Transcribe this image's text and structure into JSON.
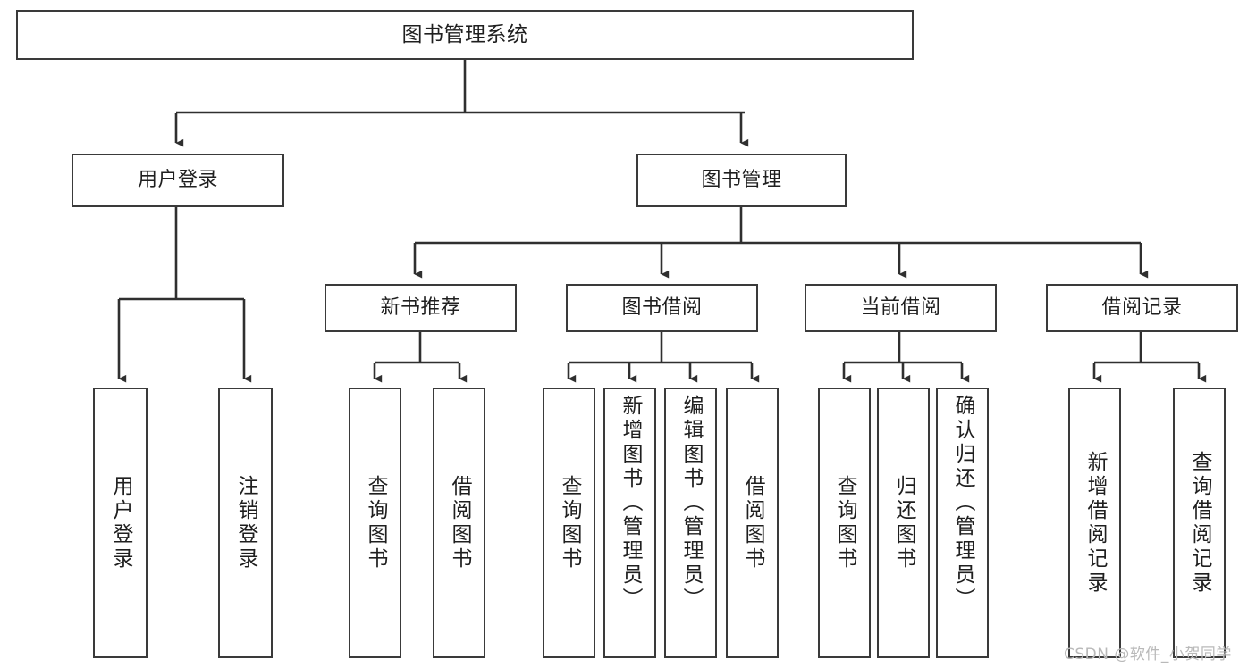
{
  "diagram": {
    "title": "图书管理系统",
    "type": "tree-hierarchy-chart",
    "root": {
      "label": "图书管理系统"
    },
    "level2": [
      {
        "label": "用户登录"
      },
      {
        "label": "图书管理"
      }
    ],
    "level3": [
      {
        "label": "新书推荐"
      },
      {
        "label": "图书借阅"
      },
      {
        "label": "当前借阅"
      },
      {
        "label": "借阅记录"
      }
    ],
    "leaves": {
      "user_login": [
        {
          "label": "用户登录"
        },
        {
          "label": "注销登录"
        }
      ],
      "new_book_recommend": [
        {
          "label": "查询图书"
        },
        {
          "label": "借阅图书"
        }
      ],
      "book_borrow": [
        {
          "label": "查询图书"
        },
        {
          "label": "新增图书（管理员）"
        },
        {
          "label": "编辑图书（管理员）"
        },
        {
          "label": "借阅图书"
        }
      ],
      "current_borrow": [
        {
          "label": "查询图书"
        },
        {
          "label": "归还图书"
        },
        {
          "label": "确认归还（管理员）"
        }
      ],
      "borrow_record": [
        {
          "label": "新增借阅记录"
        },
        {
          "label": "查询借阅记录"
        }
      ]
    }
  },
  "watermark": {
    "text": "CSDN @软件_小贺同学"
  },
  "colors": {
    "border": "#3a3a3a",
    "text": "#1f1f1f",
    "background": "#ffffff",
    "watermark": "#b9b9b9"
  }
}
